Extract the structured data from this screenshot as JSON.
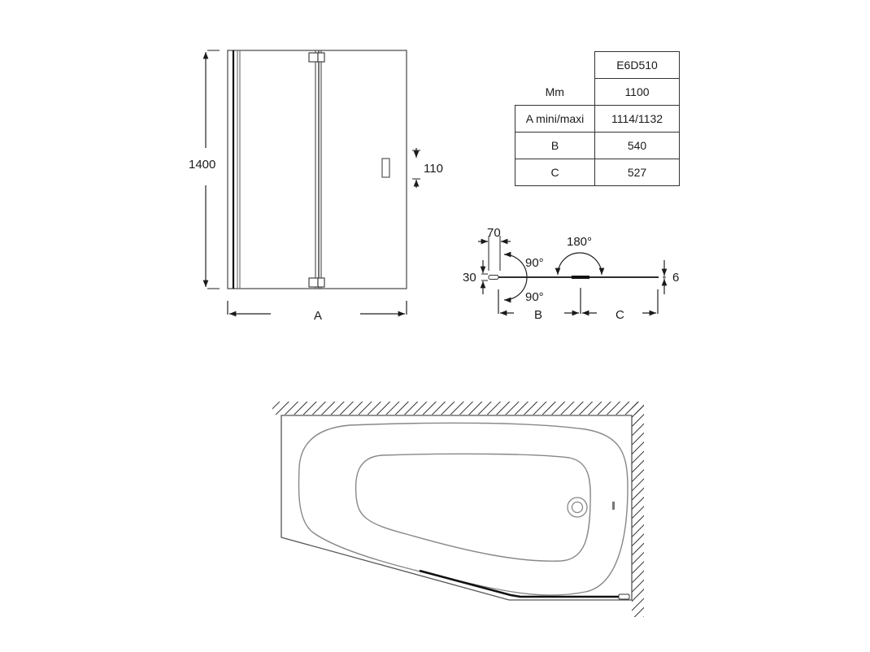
{
  "front_view": {
    "height_label": "1400",
    "handle_offset_label": "110",
    "width_label": "A"
  },
  "spec_table": {
    "model": "E6D510",
    "rows": [
      {
        "label": "Mm",
        "value": "1100"
      },
      {
        "label": "A mini/maxi",
        "value": "1114/1132"
      },
      {
        "label": "B",
        "value": "540"
      },
      {
        "label": "C",
        "value": "527"
      }
    ]
  },
  "top_view": {
    "profile_width_label": "70",
    "profile_depth_label": "30",
    "glass_thickness_label": "6",
    "angle_fixed_top": "90°",
    "angle_fixed_bottom": "90°",
    "angle_fold": "180°",
    "segment_b_label": "B",
    "segment_c_label": "C"
  },
  "colors": {
    "line": "#1a1a1a",
    "outline": "#555555",
    "background": "#ffffff"
  }
}
